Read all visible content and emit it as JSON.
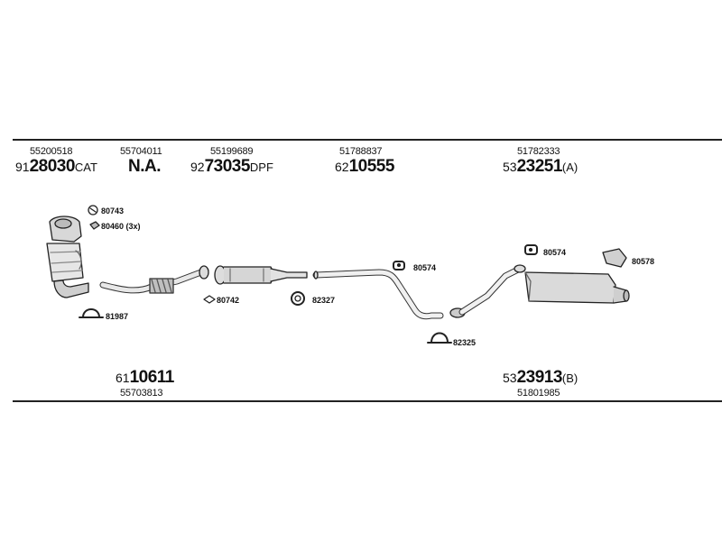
{
  "top_row": {
    "part_numbers": [
      "55200518",
      "55704011",
      "55199689",
      "51788837",
      "51782333"
    ],
    "codes": [
      {
        "prefix": "91",
        "main": "28030",
        "suffix": "CAT"
      },
      {
        "prefix": "",
        "main": "N.A.",
        "suffix": ""
      },
      {
        "prefix": "92",
        "main": "73035",
        "suffix": "DPF"
      },
      {
        "prefix": "62",
        "main": "10555",
        "suffix": ""
      },
      {
        "prefix": "53",
        "main": "23251",
        "suffix": "(A)"
      }
    ]
  },
  "bottom_row": {
    "codes": [
      {
        "prefix": "61",
        "main": "10611",
        "suffix": ""
      },
      {
        "prefix": "53",
        "main": "23913",
        "suffix": "(B)"
      }
    ],
    "part_numbers": [
      "55703813",
      "51801985"
    ]
  },
  "callouts": [
    "80743",
    "80460 (3x)",
    "81987",
    "80742",
    "82327",
    "80574",
    "82325",
    "80574",
    "80578"
  ]
}
